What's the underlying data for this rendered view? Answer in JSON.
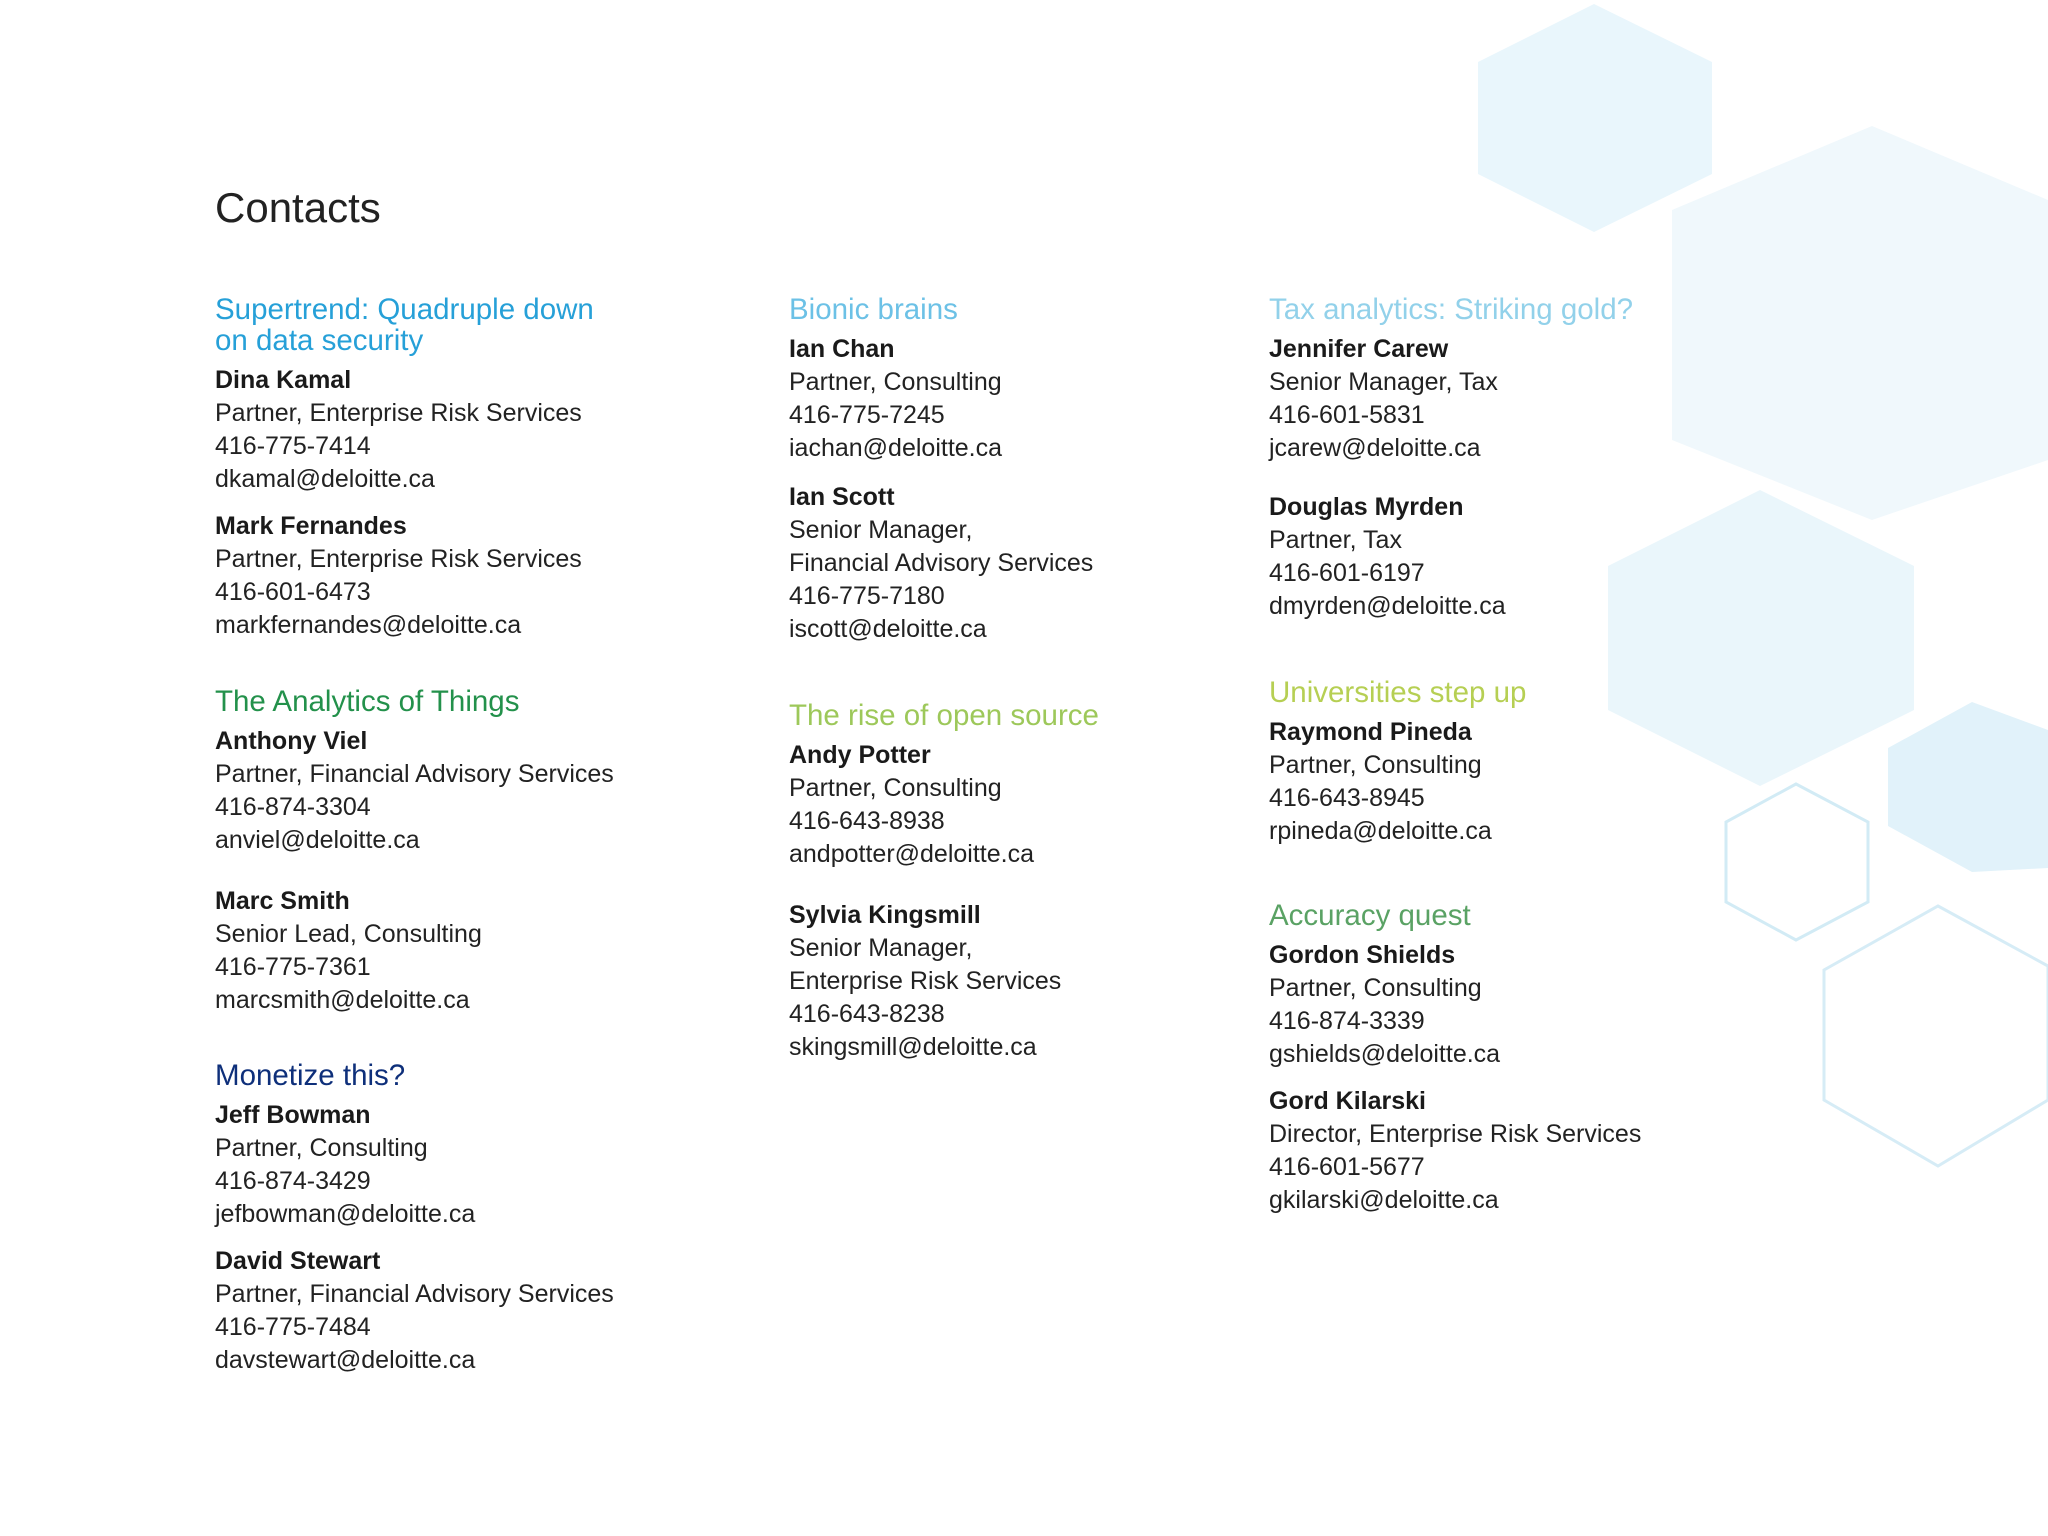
{
  "page": {
    "title": "Contacts"
  },
  "colors": {
    "cyan": "#26a0d8",
    "sky": "#6cc1e6",
    "light_sky": "#92d1ea",
    "green": "#23914b",
    "lime_green": "#9dc85a",
    "yellow_green": "#b6cf53",
    "sage_green": "#5aa264",
    "navy": "#0e2f7a",
    "hex_fill": "#e3f4fb",
    "hex_stroke": "#cfe9f5"
  },
  "columns": [
    {
      "sections": [
        {
          "heading": [
            "Supertrend: Quadruple down",
            "on data security"
          ],
          "contacts": [
            {
              "name": "Dina Kamal",
              "lines": [
                "Partner, Enterprise Risk Services",
                "416-775-7414",
                "dkamal@deloitte.ca"
              ]
            },
            {
              "name": "Mark Fernandes",
              "lines": [
                "Partner, Enterprise Risk Services",
                "416-601-6473",
                "markfernandes@deloitte.ca"
              ]
            }
          ]
        },
        {
          "heading": [
            "The Analytics of Things"
          ],
          "contacts": [
            {
              "name": "Anthony Viel",
              "lines": [
                "Partner, Financial Advisory Services",
                "416-874-3304",
                "anviel@deloitte.ca"
              ]
            },
            {
              "name": "Marc Smith",
              "lines": [
                "Senior Lead, Consulting",
                "416-775-7361",
                "marcsmith@deloitte.ca"
              ]
            }
          ]
        },
        {
          "heading": [
            "Monetize this?"
          ],
          "contacts": [
            {
              "name": "Jeff Bowman",
              "lines": [
                "Partner, Consulting",
                "416-874-3429",
                "jefbowman@deloitte.ca"
              ]
            },
            {
              "name": "David Stewart",
              "lines": [
                "Partner, Financial Advisory Services",
                "416-775-7484",
                "davstewart@deloitte.ca"
              ]
            }
          ]
        }
      ]
    },
    {
      "sections": [
        {
          "heading": [
            "Bionic brains"
          ],
          "contacts": [
            {
              "name": "Ian Chan",
              "lines": [
                "Partner, Consulting",
                "416-775-7245",
                "iachan@deloitte.ca"
              ]
            },
            {
              "name": "Ian Scott",
              "lines": [
                "Senior Manager,",
                "Financial Advisory Services",
                "416-775-7180",
                "iscott@deloitte.ca"
              ]
            }
          ]
        },
        {
          "heading": [
            "The rise of open source"
          ],
          "contacts": [
            {
              "name": "Andy Potter",
              "lines": [
                "Partner, Consulting",
                "416-643-8938",
                "andpotter@deloitte.ca"
              ]
            },
            {
              "name": "Sylvia Kingsmill",
              "lines": [
                "Senior Manager,",
                "Enterprise Risk Services",
                "416-643-8238",
                "skingsmill@deloitte.ca"
              ]
            }
          ]
        }
      ]
    },
    {
      "sections": [
        {
          "heading": [
            "Tax analytics: Striking gold?"
          ],
          "contacts": [
            {
              "name": "Jennifer Carew",
              "lines": [
                "Senior Manager, Tax",
                "416-601-5831",
                "jcarew@deloitte.ca"
              ]
            },
            {
              "name": "Douglas Myrden",
              "lines": [
                "Partner, Tax",
                "416-601-6197",
                "dmyrden@deloitte.ca"
              ]
            }
          ]
        },
        {
          "heading": [
            "Universities step up"
          ],
          "contacts": [
            {
              "name": "Raymond Pineda",
              "lines": [
                "Partner, Consulting",
                "416-643-8945",
                "rpineda@deloitte.ca"
              ]
            }
          ]
        },
        {
          "heading": [
            "Accuracy quest"
          ],
          "contacts": [
            {
              "name": "Gordon Shields",
              "lines": [
                "Partner, Consulting",
                "416-874-3339",
                "gshields@deloitte.ca"
              ]
            },
            {
              "name": "Gord Kilarski",
              "lines": [
                "Director, Enterprise Risk Services",
                "416-601-5677",
                "gkilarski@deloitte.ca"
              ]
            }
          ]
        }
      ]
    }
  ]
}
